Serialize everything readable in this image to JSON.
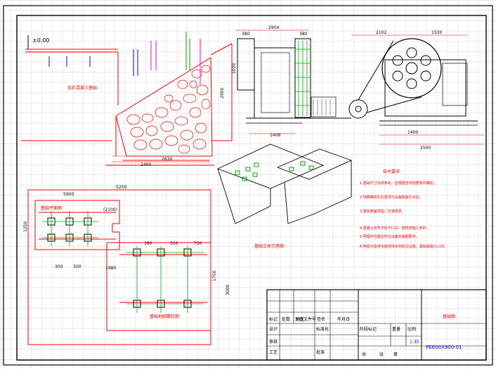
{
  "drawing": {
    "elevation_mark": "±0.00",
    "dims_top": [
      "2904",
      "380",
      "380",
      "2102",
      "1530",
      "1408",
      "2400",
      "2630",
      "1400",
      "2500"
    ],
    "dims_vertical": [
      "1020",
      "2900",
      "1750",
      "3000",
      "1250"
    ],
    "foundation_dims": [
      "5900",
      "5250",
      "(2100)",
      "380",
      "1880",
      "300",
      "300",
      "350",
      "750"
    ],
    "annotation_rock": "毛石混凝土基础",
    "plan_label": "基础平面图",
    "plan_label_2": "基础地脚螺栓图",
    "iso_caption": "基础立体示意图",
    "notes_title": "技术要求",
    "notes": [
      "1.基础尺寸仅供参考，应根据当地地质条件确定。",
      "2.地脚螺栓孔位置须与设备底座孔对应。",
      "3.基础表面预留二次灌浆层。",
      "4.混凝土标号不低于C20，按规范施工养护。",
      "5.预埋件位置应符合设备安装图要求。",
      "6.电缆沟及排水按现场实际情况设置，基础承载力≥25。"
    ]
  },
  "title_block": {
    "drawing_title": "基础图",
    "scale": "1:35",
    "drawing_number": "PE600X900-01",
    "cells": [
      "标记",
      "处数",
      "分区",
      "更改文件号",
      "签名",
      "年月日",
      "设计",
      "标准化",
      "阶段标记",
      "重量",
      "比例",
      "审核",
      "工艺",
      "批准",
      "共",
      "张",
      "第"
    ]
  }
}
